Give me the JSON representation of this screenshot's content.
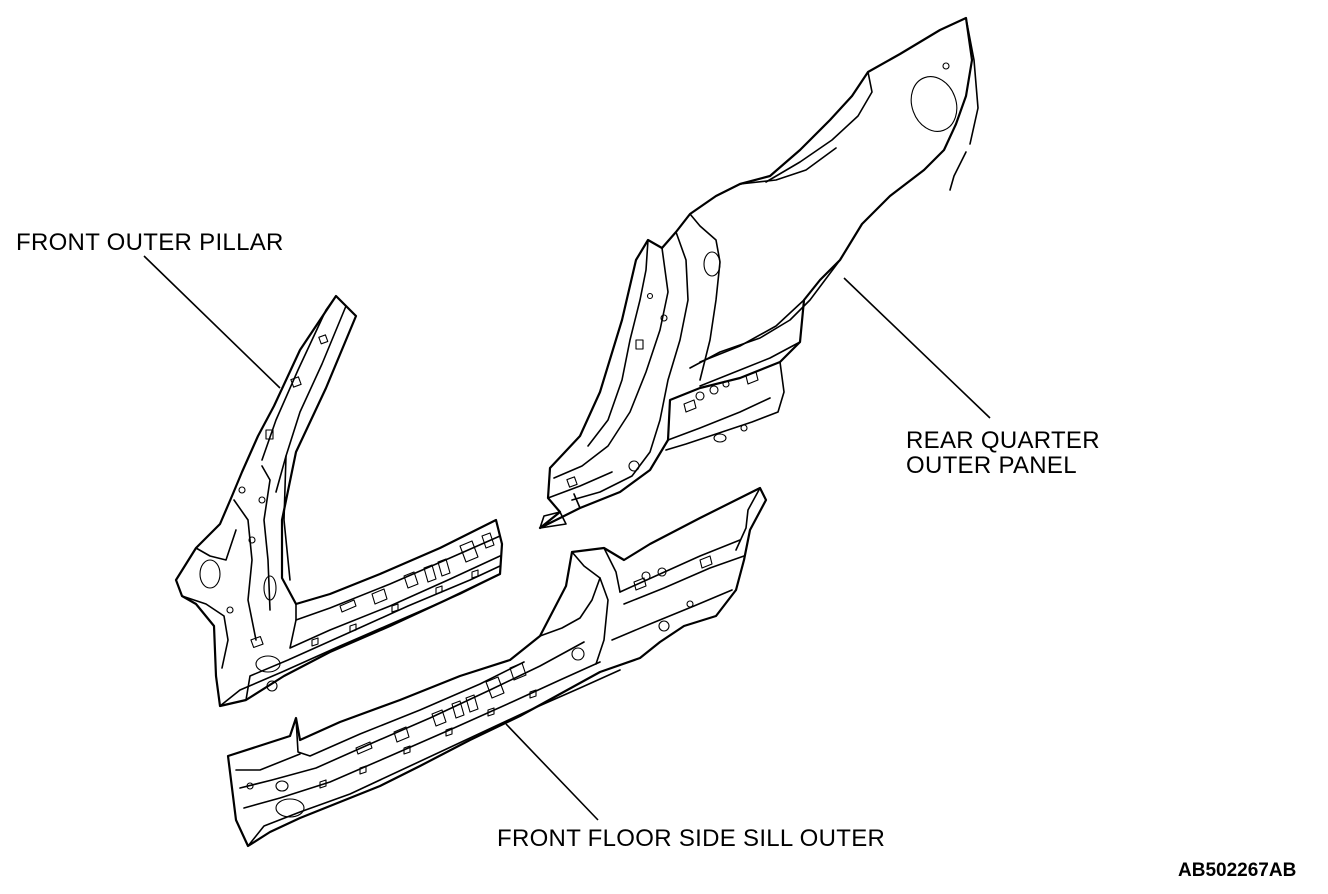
{
  "labels": {
    "front_outer_pillar": "FRONT OUTER PILLAR",
    "rear_quarter_outer_panel_line1": "REAR QUARTER",
    "rear_quarter_outer_panel_line2": "OUTER PANEL",
    "front_floor_side_sill_outer": "FRONT FLOOR SIDE SILL OUTER",
    "figure_code": "AB502267AB"
  }
}
